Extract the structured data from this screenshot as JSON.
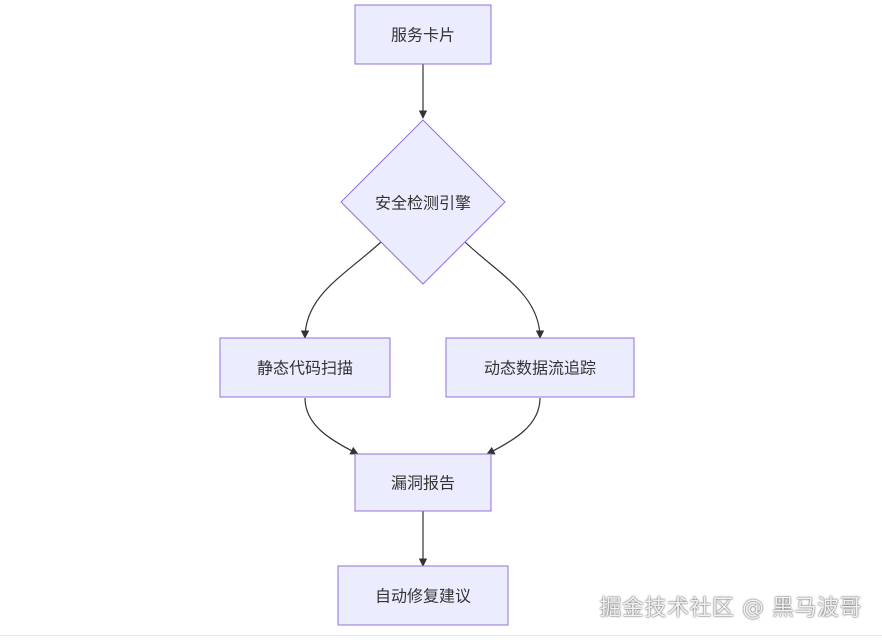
{
  "diagram": {
    "nodes": {
      "service_card": "服务卡片",
      "security_engine": "安全检测引擎",
      "static_scan": "静态代码扫描",
      "dynamic_tracking": "动态数据流追踪",
      "vuln_report": "漏洞报告",
      "auto_fix": "自动修复建议"
    },
    "edges": [
      {
        "from": "service_card",
        "to": "security_engine"
      },
      {
        "from": "security_engine",
        "to": "static_scan"
      },
      {
        "from": "security_engine",
        "to": "dynamic_tracking"
      },
      {
        "from": "static_scan",
        "to": "vuln_report"
      },
      {
        "from": "dynamic_tracking",
        "to": "vuln_report"
      },
      {
        "from": "vuln_report",
        "to": "auto_fix"
      }
    ],
    "colors": {
      "node_fill": "#ECECFF",
      "node_stroke": "#9370DB",
      "edge": "#333333"
    }
  },
  "watermark": "掘金技术社区 @ 黑马波哥"
}
